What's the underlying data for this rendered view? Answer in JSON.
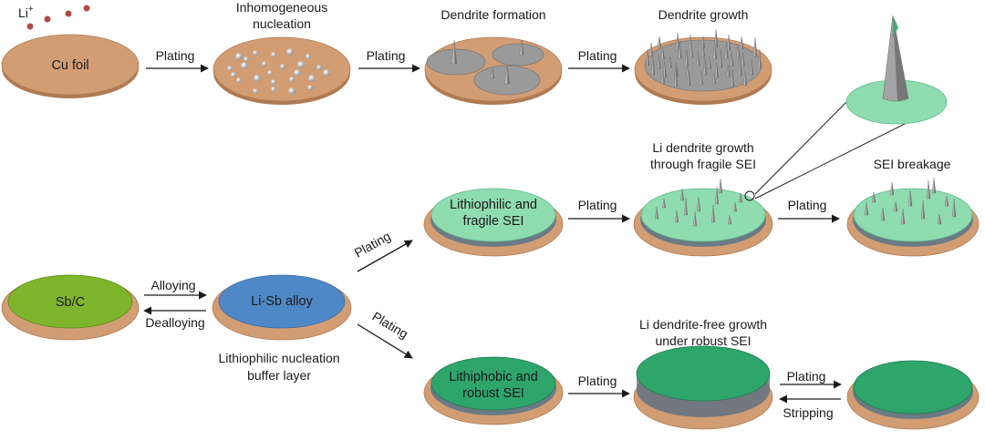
{
  "row1": {
    "li_ion_label": "Li",
    "li_ion_superscript": "+",
    "stage1_title": "",
    "stage1_disc_label": "Cu foil",
    "stage2_title_line1": "Inhomogeneous",
    "stage2_title_line2": "nucleation",
    "stage3_title": "Dendrite formation",
    "stage4_title": "Dendrite growth",
    "arrow1_label": "Plating",
    "arrow2_label": "Plating",
    "arrow3_label": "Plating"
  },
  "row2": {
    "sbc_disc_label": "Sb/C",
    "lisb_disc_label": "Li-Sb alloy",
    "alloying_label": "Alloying",
    "dealloying_label": "Dealloying",
    "buffer_line1": "Lithiophilic nucleation",
    "buffer_line2": "buffer layer",
    "diag_up_label": "Plating",
    "diag_down_label": "Plating"
  },
  "upper_branch": {
    "disc_line1": "Lithiophilic and",
    "disc_line2": "fragile SEI",
    "arrow1_label": "Plating",
    "title2_line1": "Li dendrite growth",
    "title2_line2": "through fragile SEI",
    "arrow2_label": "Plating",
    "title3": "SEI breakage"
  },
  "lower_branch": {
    "disc_line1": "Lithiphobic and",
    "disc_line2": "robust SEI",
    "arrow1_label": "Plating",
    "title2_line1": "Li dendrite-free growth",
    "title2_line2": "under robust SEI",
    "arrow_right_label": "Plating",
    "arrow_left_label": "Stripping"
  },
  "colors": {
    "cu_foil": "#d39d74",
    "cu_edge": "#b07a52",
    "li_metal": "#9a9a9a",
    "fragile_sei": "#8fdcb0",
    "robust_sei": "#2ea56b",
    "sbc": "#7fb52c",
    "li_sb_alloy": "#4f88c6",
    "li_ion": "#b34a44"
  }
}
